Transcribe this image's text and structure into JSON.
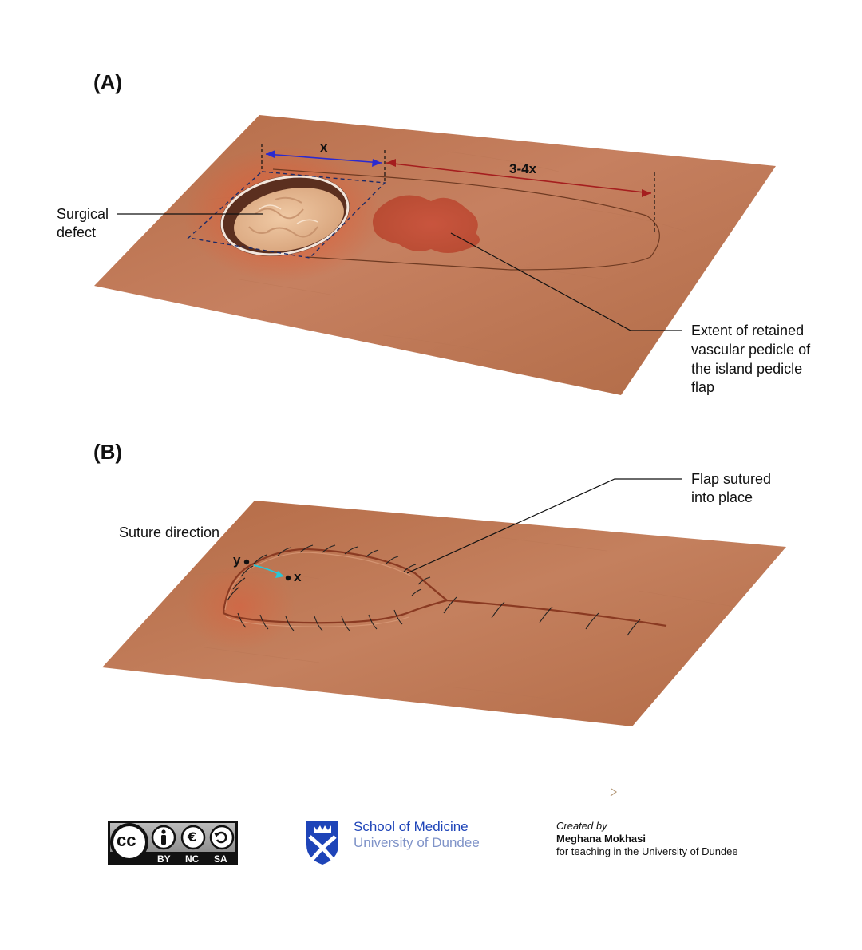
{
  "panels": {
    "a_label": "(A)",
    "b_label": "(B)"
  },
  "panel_a": {
    "dimension_x": "x",
    "dimension_length": "3-4x",
    "surgical_defect_line1": "Surgical",
    "surgical_defect_line2": "defect",
    "pedicle_line1": "Extent of retained",
    "pedicle_line2": "vascular pedicle of",
    "pedicle_line3": "the island pedicle",
    "pedicle_line4": "flap"
  },
  "panel_b": {
    "suture_direction": "Suture direction",
    "point_y": "y",
    "point_x": "x",
    "flap_line1": "Flap sutured",
    "flap_line2": "into place"
  },
  "footer": {
    "cc_by": "BY",
    "cc_nc": "NC",
    "cc_sa": "SA",
    "cc_logo": "cc",
    "school_line1": "School of Medicine",
    "school_line2": "University of Dundee",
    "created_by": "Created by",
    "author": "Meghana Mokhasi",
    "purpose": "for teaching in the University of Dundee"
  },
  "colors": {
    "skin": "#c07a55",
    "skin_dark": "#a9613f",
    "dimension_blue": "#2a2ad0",
    "dimension_red": "#a51e1e",
    "inflammation": "#e04a2e",
    "pedicle": "#b4452f",
    "school_blue": "#1e44b8"
  }
}
